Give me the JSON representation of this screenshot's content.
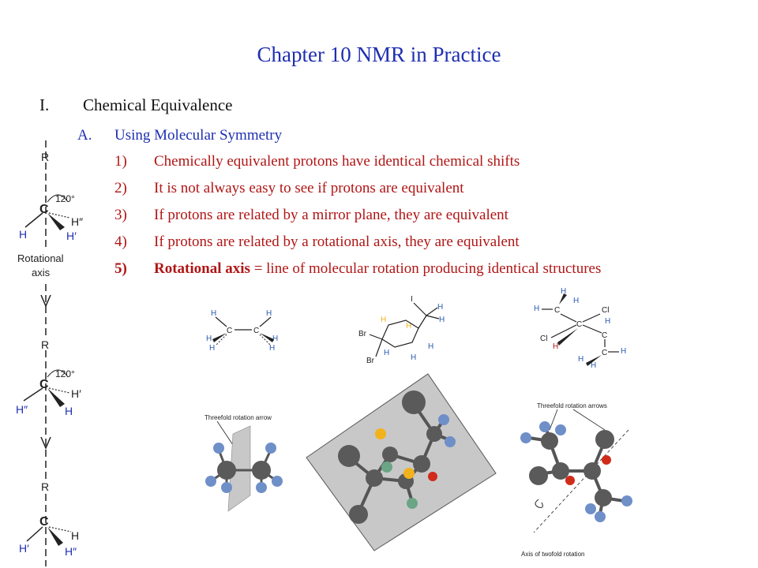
{
  "slide": {
    "title": "Chapter 10 NMR in Practice",
    "section": {
      "number": "I.",
      "label": "Chemical Equivalence"
    },
    "subsection": {
      "number": "A.",
      "label": "Using Molecular Symmetry"
    },
    "items": [
      {
        "number": "1)",
        "text": "Chemically equivalent protons have identical chemical shifts"
      },
      {
        "number": "2)",
        "text": "It is not always easy to see if protons are equivalent"
      },
      {
        "number": "3)",
        "text": "If protons are related by a mirror plane, they are equivalent"
      },
      {
        "number": "4)",
        "text": "If protons are related by a rotational axis, they are equivalent"
      },
      {
        "number": "5)",
        "keyword": "Rotational axis",
        "text": " = line of molecular rotation producing identical structures"
      }
    ]
  },
  "figures": {
    "rotational_axis": {
      "label": "Rotational axis",
      "label_line1": "Rotational",
      "label_line2": "axis",
      "angle": "120°",
      "atoms": {
        "R": "R",
        "C": "C",
        "H": "H",
        "H1": "H′",
        "H2": "H″"
      }
    },
    "ethane_label": "Threefold rotation arrow",
    "butane_label_top": "Threefold rotation arrows",
    "butane_label_bottom": "Axis of twofold rotation",
    "atoms": {
      "H": "H",
      "C": "C",
      "Br": "Br",
      "I": "I",
      "Cl": "Cl"
    }
  },
  "colors": {
    "title": "#1f2fb0",
    "items": "#b11515",
    "carbon": "#555555",
    "hydrogen": "#6f8fc8",
    "halogen_yellow": "#f2b21c",
    "oxygen_red": "#d12b1a",
    "chlorine_green": "#6aa585",
    "plane": "#c8c8c8"
  }
}
